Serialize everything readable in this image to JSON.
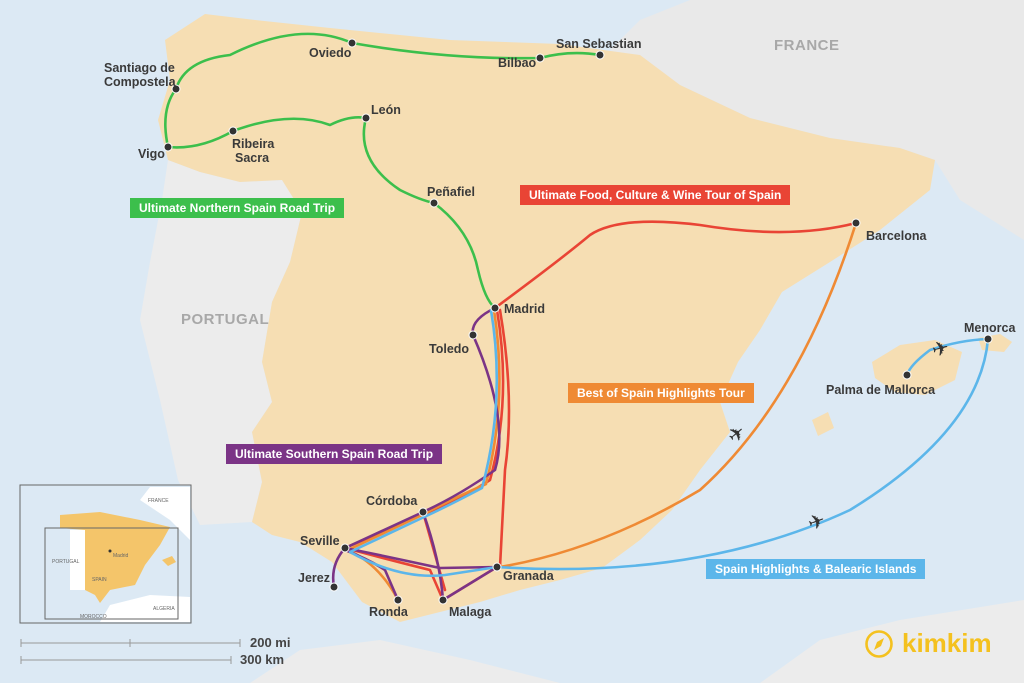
{
  "countries": {
    "france": "FRANCE",
    "portugal": "PORTUGAL"
  },
  "cities": [
    "Santiago de",
    "Compostela",
    "Oviedo",
    "Bilbao",
    "San Sebastian",
    "León",
    "Vigo",
    "Ribeira",
    "Sacra",
    "Peñafiel",
    "Barcelona",
    "Madrid",
    "Toledo",
    "Menorca",
    "Palma de Mallorca",
    "Córdoba",
    "Seville",
    "Jerez",
    "Ronda",
    "Malaga",
    "Granada"
  ],
  "routes": [
    {
      "name": "Ultimate Northern Spain Road Trip",
      "color": "#3cbf4c"
    },
    {
      "name": "Ultimate Food, Culture & Wine Tour of Spain",
      "color": "#e94435"
    },
    {
      "name": "Best of Spain Highlights Tour",
      "color": "#ef8a34"
    },
    {
      "name": "Ultimate Southern Spain Road Trip",
      "color": "#7b3486"
    },
    {
      "name": "Spain Highlights & Balearic Islands",
      "color": "#5cb6ea"
    }
  ],
  "inset": {
    "france": "FRANCE",
    "portugal": "PORTUGAL",
    "madrid": "Madrid",
    "spain": "SPAIN",
    "algeria": "ALGERIA",
    "morocco": "MOROCCO"
  },
  "scale": {
    "miles": "200 mi",
    "km": "300 km"
  },
  "brand": {
    "name": "kimkim",
    "color": "#f4c11f"
  }
}
